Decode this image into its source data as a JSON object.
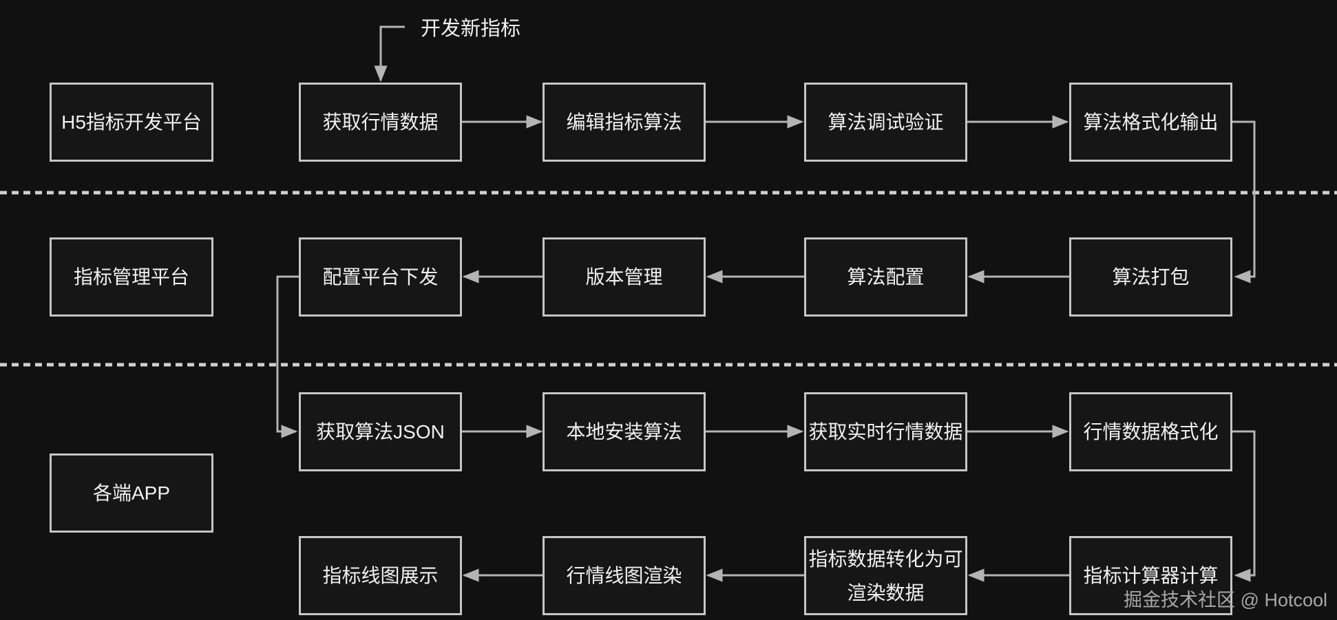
{
  "annotation": {
    "label": "开发新指标"
  },
  "lanes": [
    {
      "label": "H5指标开发平台"
    },
    {
      "label": "指标管理平台"
    },
    {
      "label": "各端APP"
    }
  ],
  "rows": [
    {
      "direction": "left-to-right",
      "boxes": [
        "获取行情数据",
        "编辑指标算法",
        "算法调试验证",
        "算法格式化输出"
      ]
    },
    {
      "direction": "right-to-left",
      "boxes": [
        "配置平台下发",
        "版本管理",
        "算法配置",
        "算法打包"
      ]
    },
    {
      "direction": "left-to-right",
      "boxes": [
        "获取算法JSON",
        "本地安装算法",
        "获取实时行情数据",
        "行情数据格式化"
      ]
    },
    {
      "direction": "right-to-left",
      "boxes": [
        "指标线图展示",
        "行情线图渲染",
        "指标数据转化为可渲染数据",
        "指标计算器计算"
      ]
    }
  ],
  "watermark": {
    "text": "掘金技术社区 @ Hotcool"
  },
  "colors": {
    "background": "#111111",
    "box_fill": "#161616",
    "box_border": "#c6c6c6",
    "connector": "#b4b4b4",
    "dashed_divider": "#d0d0d0",
    "text": "#f1f1f1",
    "watermark": "#a8a8a8"
  }
}
